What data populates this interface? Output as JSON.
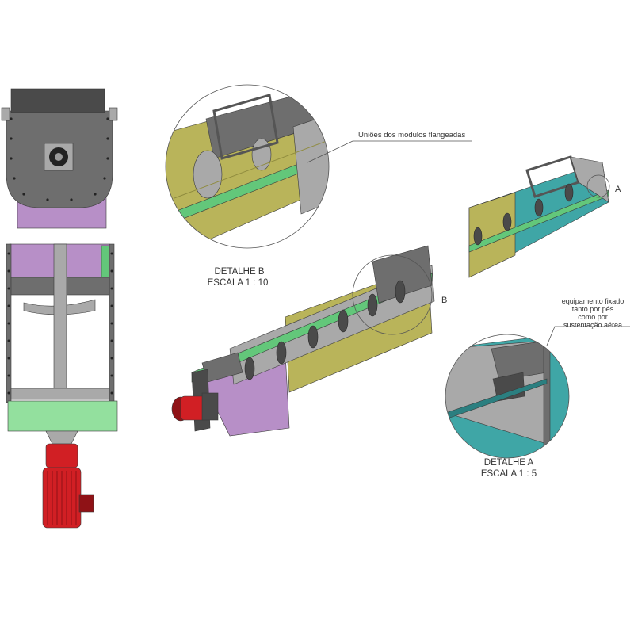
{
  "colors": {
    "steel": "#6e6e6e",
    "steel_dark": "#4a4a4a",
    "steel_light": "#a9a9a9",
    "purple": "#b78fc7",
    "purple_dark": "#8e6aa0",
    "olive": "#b9b45a",
    "olive_dark": "#8f8b3e",
    "green": "#63c77a",
    "green_light": "#93e09e",
    "teal": "#3fa6a6",
    "teal_dark": "#2b7f80",
    "motor": "#d11f24",
    "motor_dark": "#8f1216"
  },
  "labels": {
    "detail_b_callout": "Uniões dos modulos flangeadas",
    "detail_b_title": "DETALHE B",
    "detail_b_scale": "ESCALA 1 : 10",
    "marker_b": "B",
    "marker_a": "A",
    "detail_a_callout": [
      "equipamento fixado",
      "tanto por pés",
      "como por",
      "sustentação aérea"
    ],
    "detail_a_title": "DETALHE A",
    "detail_a_scale": "ESCALA 1 : 5"
  }
}
